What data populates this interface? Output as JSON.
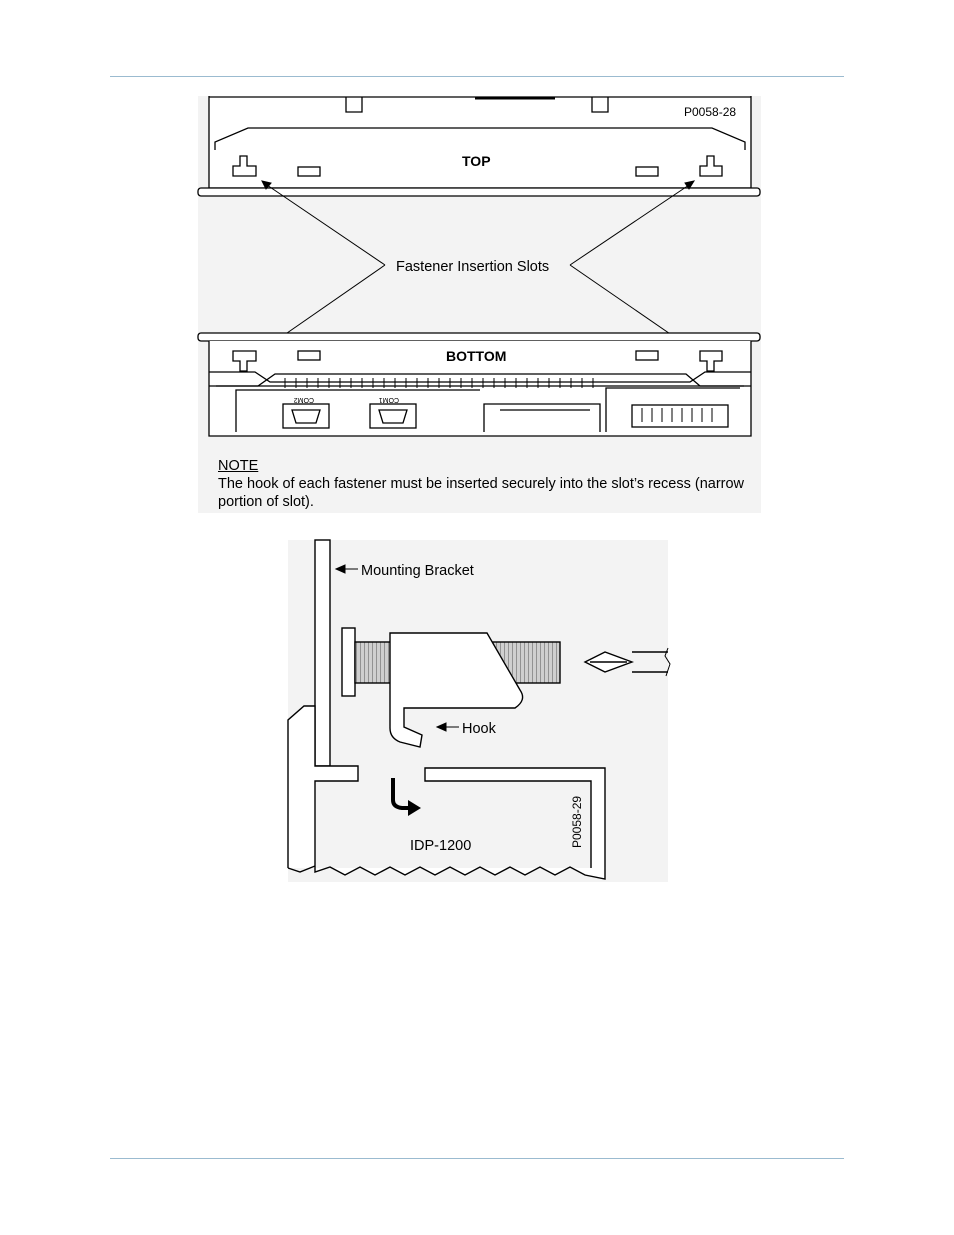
{
  "figure_top": {
    "ref_id": "P0058-28",
    "top_label": "TOP",
    "callout": "Fastener Insertion Slots",
    "bottom_label": "BOTTOM",
    "port1": "COM2",
    "port2": "COM1"
  },
  "note": {
    "heading": "NOTE",
    "text": "The hook of each fastener must be inserted securely into the slot’s recess (narrow portion of slot)."
  },
  "figure_bottom": {
    "bracket_label": "Mounting Bracket",
    "hook_label": "Hook",
    "device_label": "IDP-1200",
    "ref_id": "P0058-29"
  },
  "colors": {
    "rule": "#9bbbd0",
    "panel_bg": "#f3f3f3"
  }
}
